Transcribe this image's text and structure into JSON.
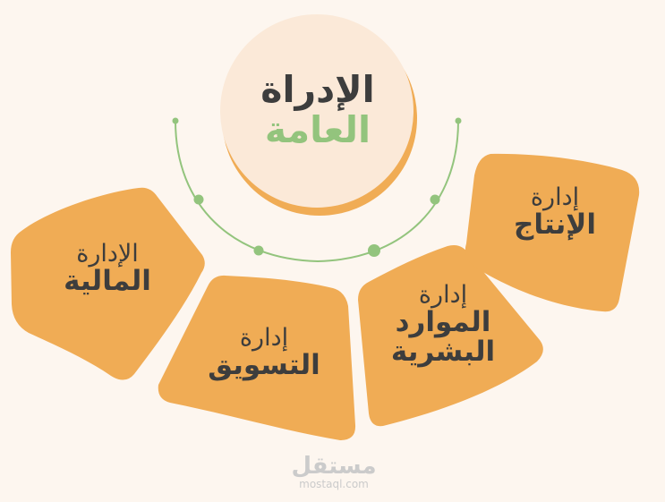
{
  "center": {
    "line1": "الإدراة",
    "line2": "العامة"
  },
  "departments": [
    {
      "line1": "إدارة",
      "line2": "الإنتاج"
    },
    {
      "line1": "إدارة",
      "line2": "الموارد",
      "line3": "البشرية"
    },
    {
      "line1": "إدارة",
      "line2": "التسويق"
    },
    {
      "line1": "الإدارة",
      "line2": "المالية"
    }
  ],
  "brand": {
    "arabic": "مستقل",
    "latin": "mostaql.com"
  },
  "colors": {
    "background": "#fdf6ef",
    "box": "#f0ac55",
    "center_circle": "#fbe9d8",
    "accent_green": "#93c47d",
    "text": "#3d3d3d"
  }
}
